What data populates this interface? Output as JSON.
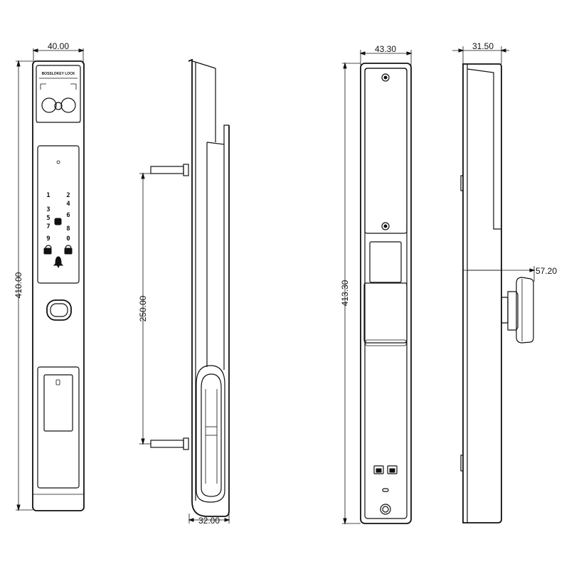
{
  "dimensions": {
    "front_width": "40.00",
    "front_height": "410.00",
    "side_spacing": "250.00",
    "side_depth": "32.00",
    "back_width": "43.30",
    "back_height": "413.30",
    "back_side_depth": "31.50",
    "handle_projection": "57.20"
  },
  "labels": {
    "brand": "BOSSLOKEY LOCK"
  },
  "keypad": {
    "left_column": [
      "1",
      "3",
      "5",
      "7",
      "9"
    ],
    "right_column": [
      "2",
      "4",
      "6",
      "8",
      "0"
    ]
  },
  "icons": [
    "unlock-icon",
    "lock-icon",
    "bell-icon",
    "fingerprint-icon",
    "keyhole-icon"
  ],
  "colors": {
    "line": "#111111",
    "background": "#ffffff"
  }
}
